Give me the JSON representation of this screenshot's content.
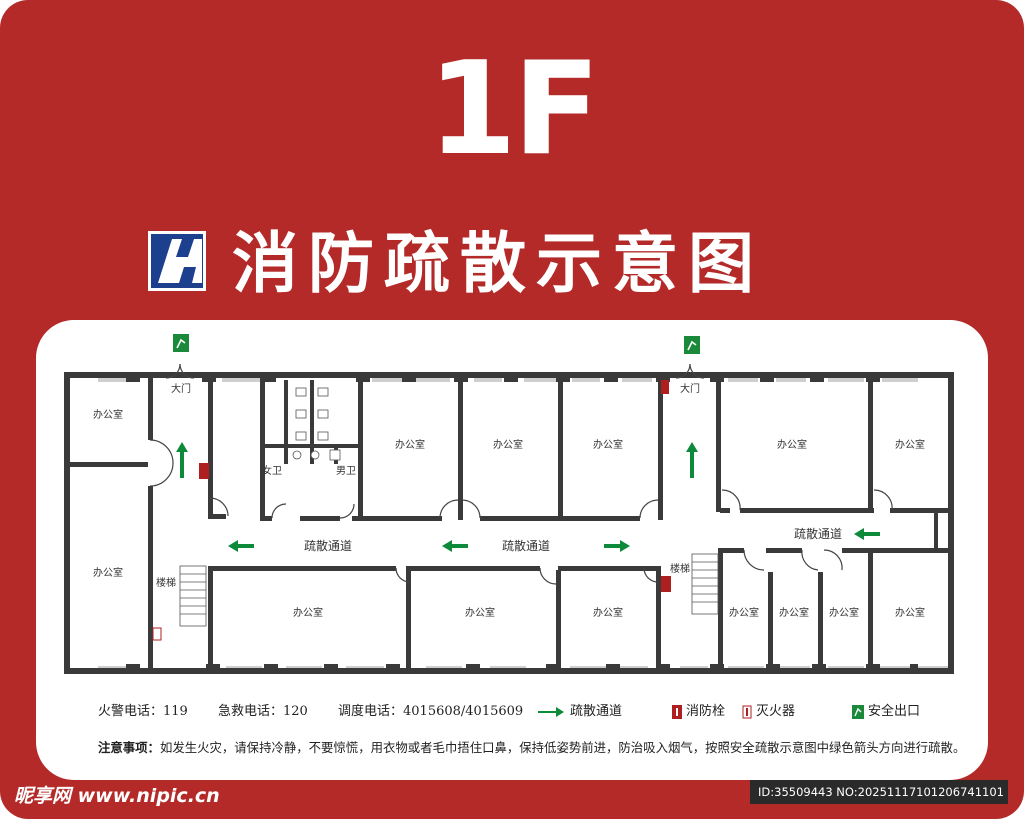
{
  "colors": {
    "background": "#b32a29",
    "walls": "#3a3a3a",
    "arrow": "#0d8a3a",
    "hydrant": "#b01f1f",
    "exit": "#1a8a3a",
    "logo_blue": "#1c3f8e"
  },
  "header": {
    "floor": "1F",
    "title": "消防疏散示意图",
    "logo_icon": "company-logo-icon"
  },
  "plan": {
    "rooms": [
      "办公室",
      "办公室",
      "办公室",
      "办公室",
      "办公室",
      "办公室",
      "办公室",
      "办公室",
      "办公室",
      "办公室",
      "办公室",
      "办公室",
      "办公室",
      "办公室"
    ],
    "doors": [
      "大门",
      "大门"
    ],
    "restrooms": [
      "女卫",
      "男卫"
    ],
    "stairs": [
      "楼梯",
      "楼梯"
    ],
    "corridor": [
      "疏散通道",
      "疏散通道",
      "疏散通道"
    ]
  },
  "legend": {
    "fire_phone": "火警电话：119",
    "emergency_phone": "急救电话：120",
    "dispatch_phone": "调度电话：4015608/4015609",
    "evac_route": "疏散通道",
    "hydrant": "消防栓",
    "extinguisher": "灭火器",
    "exit": "安全出口"
  },
  "notes": {
    "label": "注意事项：",
    "text": "如发生火灾，请保持冷静，不要惊慌，用衣物或者毛巾捂住口鼻，保持低姿势前进，防治吸入烟气，按照安全疏散示意图中绿色箭头方向进行疏散。"
  },
  "footer": {
    "watermark": "昵享网 www.nipic.cn",
    "image_id": "ID:35509443 NO:20251117101206741101"
  }
}
